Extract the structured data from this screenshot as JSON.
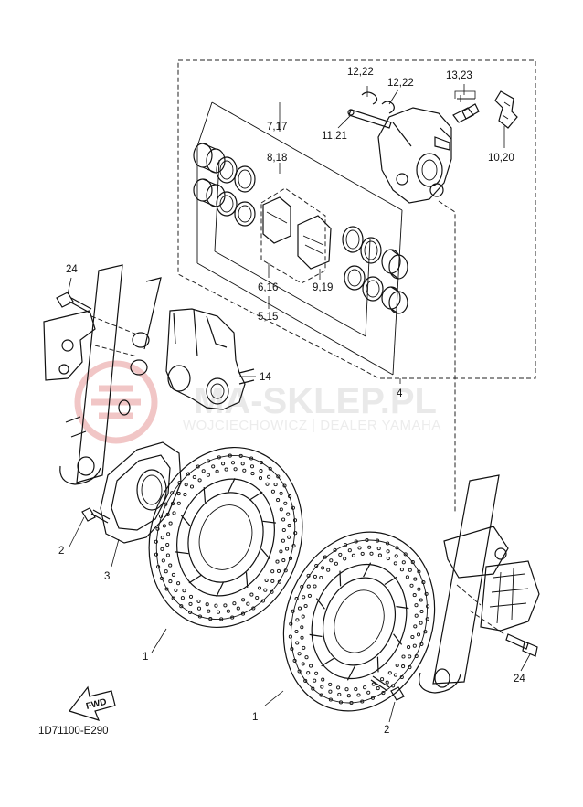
{
  "watermark": {
    "line1": "MA-SKLEP.PL",
    "line2": "WOJCIECHOWICZ | DEALER YAMAHA",
    "logo_color": "#f3c9c9",
    "text_color": "#e6e6e6"
  },
  "caption": "1D71100-E290",
  "fwd_label": "FWD",
  "labels": {
    "l_12_22_a": "12,22",
    "l_12_22_b": "12,22",
    "l_13_23": "13,23",
    "l_11_21": "11,21",
    "l_10_20": "10,20",
    "l_7_17": "7,17",
    "l_8_18": "8,18",
    "l_6_16": "6,16",
    "l_9_19": "9,19",
    "l_5_15": "5,15",
    "l_4": "4",
    "l_14": "14",
    "l_24_left": "24",
    "l_24_right": "24",
    "l_2_left": "2",
    "l_2_right": "2",
    "l_3": "3",
    "l_1_left": "1",
    "l_1_right": "1"
  },
  "icons": [
    "fwd-arrow-icon",
    "watermark-logo-icon"
  ]
}
